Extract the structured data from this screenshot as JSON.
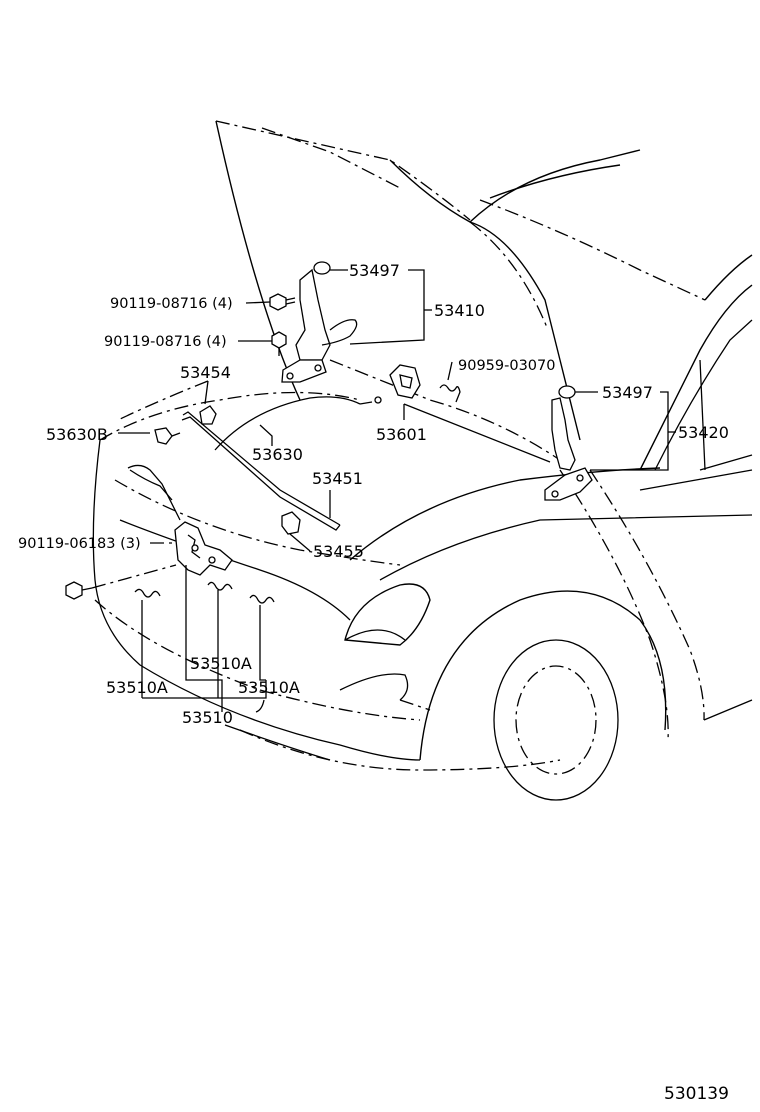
{
  "diagram": {
    "id": "530139",
    "labels": {
      "p53497_top": "53497",
      "p53410": "53410",
      "p90119_08716_a": "90119-08716 (4)",
      "p90119_08716_b": "90119-08716 (4)",
      "p90959_03070": "90959-03070",
      "p53454": "53454",
      "p53497_right": "53497",
      "p53630B": "53630B",
      "p53601": "53601",
      "p53420": "53420",
      "p53630": "53630",
      "p53451": "53451",
      "p90119_06183": "90119-06183 (3)",
      "p53455": "53455",
      "p53510A_center": "53510A",
      "p53510A_left": "53510A",
      "p53510A_right": "53510A",
      "p53510": "53510"
    }
  }
}
